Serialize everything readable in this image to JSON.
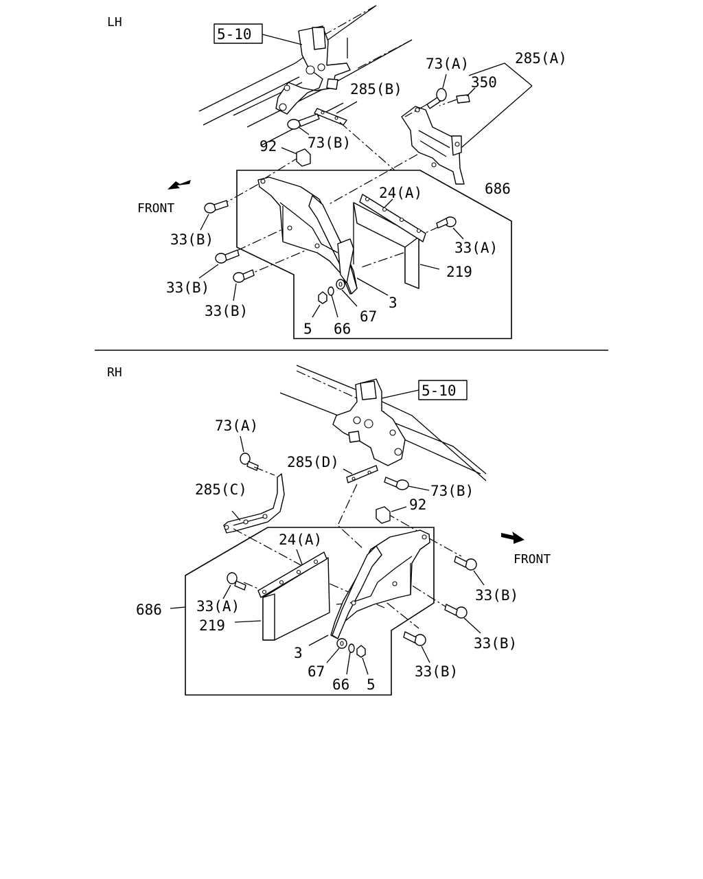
{
  "sections": {
    "lh": {
      "title": "LH",
      "front_label": "FRONT",
      "ref_box": "5-10",
      "callouts": {
        "c73a": "73(A)",
        "c285a": "285(A)",
        "c350": "350",
        "c285b": "285(B)",
        "c73b": "73(B)",
        "c92": "92",
        "c686": "686",
        "c24a": "24(A)",
        "c33a": "33(A)",
        "c219": "219",
        "c3": "3",
        "c67": "67",
        "c66": "66",
        "c5": "5",
        "c33b_1": "33(B)",
        "c33b_2": "33(B)",
        "c33b_3": "33(B)"
      }
    },
    "rh": {
      "title": "RH",
      "front_label": "FRONT",
      "ref_box": "5-10",
      "callouts": {
        "c73a": "73(A)",
        "c285d": "285(D)",
        "c73b": "73(B)",
        "c285c": "285(C)",
        "c92": "92",
        "c24a": "24(A)",
        "c686": "686",
        "c33a": "33(A)",
        "c219": "219",
        "c3": "3",
        "c67": "67",
        "c66": "66",
        "c5": "5",
        "c33b_1": "33(B)",
        "c33b_2": "33(B)",
        "c33b_3": "33(B)"
      }
    }
  }
}
